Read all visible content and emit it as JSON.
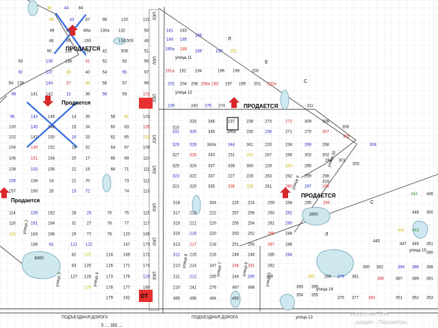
{
  "colors": {
    "blue": "#1f1fbf",
    "red": "#cc2222",
    "yellow": "#c8b400",
    "green": "#2f8f2f",
    "dark": "#222222",
    "water": "#cfe8f0",
    "sold_red": "#e83030",
    "cross": "#3d6fe0",
    "arrow": "#d8282c",
    "grid": "#dcdcdc"
  },
  "streets": [
    {
      "text": "улица 11"
    },
    {
      "text": "улица 12"
    },
    {
      "text": "улица 10"
    },
    {
      "text": "улица 9"
    },
    {
      "text": "улица 8"
    },
    {
      "text": "улица 7"
    },
    {
      "text": "улица 6"
    },
    {
      "text": "улица 5"
    },
    {
      "text": "улица 4"
    },
    {
      "text": "улица 3"
    },
    {
      "text": "улица 2"
    },
    {
      "text": "улица 15"
    },
    {
      "text": "улица 14"
    },
    {
      "text": "улица 13"
    },
    {
      "text": "ПОДЪЕЗДНАЯ ДОРОГА"
    },
    {
      "text": "ПОДЪЕЗДНАЯ ДОРОГА"
    },
    {
      "text": "ЛЭП"
    },
    {
      "text": "ЛЭП"
    },
    {
      "text": "ЛЭП"
    },
    {
      "text": "ЛЭП"
    },
    {
      "text": "ЛЭП"
    },
    {
      "text": "ЛЭП"
    },
    {
      "text": "ЛЭП"
    },
    {
      "text": "ЛЭП"
    }
  ],
  "sale_labels": [
    {
      "text": "ПРОДАЕТСЯ"
    },
    {
      "text": "Продается"
    },
    {
      "text": "ПРОДАЕТСЯ"
    },
    {
      "text": "Продается"
    },
    {
      "text": "ПРОДАЕТСЯ"
    }
  ],
  "letters": [
    "Л",
    "Е",
    "С",
    "С",
    "Л"
  ],
  "special_tags": [
    "ОТ"
  ],
  "water_labels": [
    "6400",
    "1600"
  ],
  "watermark": [
    "Искусство Гута",
    "раздел - Перьметры"
  ],
  "bottom_partial": "5 ....  355   ....",
  "plots": [
    {
      "t": "46",
      "c": "yellow"
    },
    {
      "t": "44",
      "c": "blue"
    },
    {
      "t": "84",
      "c": "dark"
    },
    {
      "t": "48",
      "c": "yellow"
    },
    {
      "t": "43",
      "c": "blue"
    },
    {
      "t": "87",
      "c": "dark"
    },
    {
      "t": "86",
      "c": "dark"
    },
    {
      "t": "130",
      "c": "dark"
    },
    {
      "t": "131",
      "c": "dark"
    },
    {
      "t": "49",
      "c": "dark"
    },
    {
      "t": "47",
      "c": "dark"
    },
    {
      "t": "86а",
      "c": "dark"
    },
    {
      "t": "130а",
      "c": "dark"
    },
    {
      "t": "132",
      "c": "dark"
    },
    {
      "t": "50",
      "c": "dark"
    },
    {
      "t": "48",
      "c": "dark"
    },
    {
      "t": "89",
      "c": "dark"
    },
    {
      "t": "160",
      "c": "dark"
    },
    {
      "t": "134",
      "c": "dark"
    },
    {
      "t": "50б",
      "c": "dark"
    },
    {
      "t": "48",
      "c": "dark"
    },
    {
      "t": "90",
      "c": "dark"
    },
    {
      "t": "133",
      "c": "dark"
    },
    {
      "t": "136",
      "c": "dark"
    },
    {
      "t": "42",
      "c": "dark"
    },
    {
      "t": "506",
      "c": "dark"
    },
    {
      "t": "51",
      "c": "dark"
    },
    {
      "t": "93",
      "c": "dark"
    },
    {
      "t": "135",
      "c": "blue"
    },
    {
      "t": "138",
      "c": "dark"
    },
    {
      "t": "41",
      "c": "red"
    },
    {
      "t": "52",
      "c": "dark"
    },
    {
      "t": "53",
      "c": "dark"
    },
    {
      "t": "95",
      "c": "dark"
    },
    {
      "t": "92",
      "c": "blue"
    },
    {
      "t": "137",
      "c": "blue"
    },
    {
      "t": "39",
      "c": "yellow"
    },
    {
      "t": "40",
      "c": "dark"
    },
    {
      "t": "54",
      "c": "dark"
    },
    {
      "t": "55",
      "c": "blue"
    },
    {
      "t": "97",
      "c": "dark"
    },
    {
      "t": "94",
      "c": "dark"
    },
    {
      "t": "139",
      "c": "dark"
    },
    {
      "t": "140",
      "c": "blue"
    },
    {
      "t": "37",
      "c": "red"
    },
    {
      "t": "38",
      "c": "yellow"
    },
    {
      "t": "56",
      "c": "dark"
    },
    {
      "t": "57",
      "c": "dark"
    },
    {
      "t": "99",
      "c": "dark"
    },
    {
      "t": "96",
      "c": "blue"
    },
    {
      "t": "141",
      "c": "dark"
    },
    {
      "t": "142",
      "c": "dark"
    },
    {
      "t": "13",
      "c": "blue"
    },
    {
      "t": "36",
      "c": "dark"
    },
    {
      "t": "56",
      "c": "blue"
    },
    {
      "t": "59",
      "c": "dark"
    },
    {
      "t": "101",
      "c": "red"
    },
    {
      "t": "98",
      "c": "blue"
    },
    {
      "t": "143",
      "c": "blue"
    },
    {
      "t": "146",
      "c": "dark"
    },
    {
      "t": "14",
      "c": "dark"
    },
    {
      "t": "35",
      "c": "dark"
    },
    {
      "t": "58",
      "c": "dark"
    },
    {
      "t": "61",
      "c": "yellow"
    },
    {
      "t": "103",
      "c": "dark"
    },
    {
      "t": "100",
      "c": "dark"
    },
    {
      "t": "145",
      "c": "blue"
    },
    {
      "t": "148",
      "c": "dark"
    },
    {
      "t": "15",
      "c": "dark"
    },
    {
      "t": "34",
      "c": "dark"
    },
    {
      "t": "60",
      "c": "dark"
    },
    {
      "t": "63",
      "c": "dark"
    },
    {
      "t": "105",
      "c": "red"
    },
    {
      "t": "102",
      "c": "dark"
    },
    {
      "t": "147",
      "c": "dark"
    },
    {
      "t": "150",
      "c": "dark"
    },
    {
      "t": "16",
      "c": "blue"
    },
    {
      "t": "33",
      "c": "dark"
    },
    {
      "t": "62",
      "c": "dark"
    },
    {
      "t": "65",
      "c": "dark"
    },
    {
      "t": "102",
      "c": "yellow"
    },
    {
      "t": "104",
      "c": "dark"
    },
    {
      "t": "149",
      "c": "red"
    },
    {
      "t": "152",
      "c": "dark"
    },
    {
      "t": "18",
      "c": "dark"
    },
    {
      "t": "32",
      "c": "dark"
    },
    {
      "t": "64",
      "c": "dark"
    },
    {
      "t": "67",
      "c": "dark"
    },
    {
      "t": "109",
      "c": "dark"
    },
    {
      "t": "106",
      "c": "dark"
    },
    {
      "t": "151",
      "c": "red"
    },
    {
      "t": "154",
      "c": "dark"
    },
    {
      "t": "20",
      "c": "dark"
    },
    {
      "t": "17",
      "c": "dark"
    },
    {
      "t": "66",
      "c": "dark"
    },
    {
      "t": "69",
      "c": "dark"
    },
    {
      "t": "110",
      "c": "dark"
    },
    {
      "t": "108",
      "c": "dark"
    },
    {
      "t": "153",
      "c": "blue"
    },
    {
      "t": "156",
      "c": "dark"
    },
    {
      "t": "22",
      "c": "dark"
    },
    {
      "t": "19",
      "c": "dark"
    },
    {
      "t": "68",
      "c": "dark"
    },
    {
      "t": "71",
      "c": "dark"
    },
    {
      "t": "111",
      "c": "dark"
    },
    {
      "t": "155",
      "c": "blue"
    },
    {
      "t": "158",
      "c": "dark"
    },
    {
      "t": "24",
      "c": "dark"
    },
    {
      "t": "21",
      "c": "dark"
    },
    {
      "t": "70",
      "c": "dark"
    },
    {
      "t": "73",
      "c": "dark"
    },
    {
      "t": "112",
      "c": "dark"
    },
    {
      "t": "157",
      "c": "dark"
    },
    {
      "t": "160",
      "c": "dark"
    },
    {
      "t": "26",
      "c": "dark"
    },
    {
      "t": "23",
      "c": "blue"
    },
    {
      "t": "72",
      "c": "blue"
    },
    {
      "t": "74",
      "c": "dark"
    },
    {
      "t": "113",
      "c": "dark"
    },
    {
      "t": "114",
      "c": "dark"
    },
    {
      "t": "159",
      "c": "blue"
    },
    {
      "t": "162",
      "c": "dark"
    },
    {
      "t": "28",
      "c": "dark"
    },
    {
      "t": "25",
      "c": "blue"
    },
    {
      "t": "76",
      "c": "dark"
    },
    {
      "t": "75",
      "c": "dark"
    },
    {
      "t": "115",
      "c": "dark"
    },
    {
      "t": "116",
      "c": "dark"
    },
    {
      "t": "161",
      "c": "blue"
    },
    {
      "t": "164",
      "c": "dark"
    },
    {
      "t": "31",
      "c": "dark"
    },
    {
      "t": "27",
      "c": "dark"
    },
    {
      "t": "78",
      "c": "dark"
    },
    {
      "t": "77",
      "c": "dark"
    },
    {
      "t": "117",
      "c": "dark"
    },
    {
      "t": "118",
      "c": "yellow"
    },
    {
      "t": "163",
      "c": "dark"
    },
    {
      "t": "166",
      "c": "dark"
    },
    {
      "t": "29",
      "c": "dark"
    },
    {
      "t": "77",
      "c": "dark"
    },
    {
      "t": "79",
      "c": "dark"
    },
    {
      "t": "120",
      "c": "dark"
    },
    {
      "t": "165",
      "c": "dark"
    },
    {
      "t": "168",
      "c": "dark"
    },
    {
      "t": "81",
      "c": "blue"
    },
    {
      "t": "121",
      "c": "blue"
    },
    {
      "t": "122",
      "c": "blue"
    },
    {
      "t": "167",
      "c": "dark"
    },
    {
      "t": "170",
      "c": "dark"
    },
    {
      "t": "82",
      "c": "dark"
    },
    {
      "t": "122",
      "c": "yellow"
    },
    {
      "t": "124",
      "c": "dark"
    },
    {
      "t": "169",
      "c": "dark"
    },
    {
      "t": "172",
      "c": "dark"
    },
    {
      "t": "83",
      "c": "dark"
    },
    {
      "t": "125",
      "c": "dark"
    },
    {
      "t": "126",
      "c": "dark"
    },
    {
      "t": "171",
      "c": "dark"
    },
    {
      "t": "174",
      "c": "dark"
    },
    {
      "t": "127",
      "c": "dark"
    },
    {
      "t": "128",
      "c": "dark"
    },
    {
      "t": "173",
      "c": "dark"
    },
    {
      "t": "176",
      "c": "dark"
    },
    {
      "t": "129",
      "c": "blue"
    },
    {
      "t": "175",
      "c": "yellow"
    },
    {
      "t": "178",
      "c": "dark"
    },
    {
      "t": "177",
      "c": "dark"
    },
    {
      "t": "180",
      "c": "dark"
    },
    {
      "t": "179",
      "c": "dark"
    },
    {
      "t": "182",
      "c": "dark"
    },
    {
      "t": "181",
      "c": "blue"
    },
    {
      "t": "183",
      "c": "dark"
    },
    {
      "t": "184",
      "c": "blue"
    },
    {
      "t": "185",
      "c": "blue"
    },
    {
      "t": "185а",
      "c": "blue"
    },
    {
      "t": "186",
      "c": "blue"
    },
    {
      "t": "188",
      "c": "red"
    },
    {
      "t": "189",
      "c": "blue"
    },
    {
      "t": "190",
      "c": "blue"
    },
    {
      "t": "191",
      "c": "yellow"
    },
    {
      "t": "191а",
      "c": "red"
    },
    {
      "t": "192",
      "c": "dark"
    },
    {
      "t": "194",
      "c": "dark"
    },
    {
      "t": "196",
      "c": "dark"
    },
    {
      "t": "198",
      "c": "dark"
    },
    {
      "t": "200",
      "c": "dark"
    },
    {
      "t": "202",
      "c": "blue"
    },
    {
      "t": "204",
      "c": "dark"
    },
    {
      "t": "206",
      "c": "dark"
    },
    {
      "t": "206а",
      "c": "red"
    },
    {
      "t": "193",
      "c": "red"
    },
    {
      "t": "197",
      "c": "dark"
    },
    {
      "t": "199",
      "c": "dark"
    },
    {
      "t": "201",
      "c": "dark"
    },
    {
      "t": "332а",
      "c": "red"
    },
    {
      "t": "239",
      "c": "blue"
    },
    {
      "t": "240",
      "c": "dark"
    },
    {
      "t": "275",
      "c": "blue"
    },
    {
      "t": "274",
      "c": "dark"
    },
    {
      "t": "311",
      "c": "dark"
    },
    {
      "t": "310",
      "c": "dark"
    },
    {
      "t": "333",
      "c": "dark"
    },
    {
      "t": "346",
      "c": "dark"
    },
    {
      "t": "237",
      "c": "dark"
    },
    {
      "t": "238",
      "c": "dark"
    },
    {
      "t": "273",
      "c": "dark"
    },
    {
      "t": "272",
      "c": "red"
    },
    {
      "t": "309",
      "c": "dark"
    },
    {
      "t": "308",
      "c": "dark"
    },
    {
      "t": "331",
      "c": "blue"
    },
    {
      "t": "330",
      "c": "blue"
    },
    {
      "t": "345",
      "c": "dark"
    },
    {
      "t": "346а",
      "c": "dark"
    },
    {
      "t": "235",
      "c": "dark"
    },
    {
      "t": "236",
      "c": "blue"
    },
    {
      "t": "271",
      "c": "dark"
    },
    {
      "t": "270",
      "c": "dark"
    },
    {
      "t": "307",
      "c": "red"
    },
    {
      "t": "306",
      "c": "dark"
    },
    {
      "t": "329",
      "c": "blue"
    },
    {
      "t": "328",
      "c": "blue"
    },
    {
      "t": "344а",
      "c": "dark"
    },
    {
      "t": "344",
      "c": "blue"
    },
    {
      "t": "341",
      "c": "dark"
    },
    {
      "t": "233",
      "c": "dark"
    },
    {
      "t": "234",
      "c": "dark"
    },
    {
      "t": "269",
      "c": "blue"
    },
    {
      "t": "268",
      "c": "dark"
    },
    {
      "t": "305",
      "c": "red"
    },
    {
      "t": "304",
      "c": "blue"
    },
    {
      "t": "327",
      "c": "dark"
    },
    {
      "t": "326",
      "c": "red"
    },
    {
      "t": "343",
      "c": "dark"
    },
    {
      "t": "231",
      "c": "dark"
    },
    {
      "t": "232",
      "c": "yellow"
    },
    {
      "t": "267",
      "c": "dark"
    },
    {
      "t": "266",
      "c": "dark"
    },
    {
      "t": "303",
      "c": "dark"
    },
    {
      "t": "302",
      "c": "dark"
    },
    {
      "t": "325",
      "c": "dark"
    },
    {
      "t": "324",
      "c": "dark"
    },
    {
      "t": "337",
      "c": "dark"
    },
    {
      "t": "338",
      "c": "dark"
    },
    {
      "t": "340",
      "c": "dark"
    },
    {
      "t": "229",
      "c": "dark"
    },
    {
      "t": "230",
      "c": "yellow"
    },
    {
      "t": "265",
      "c": "dark"
    },
    {
      "t": "264",
      "c": "dark"
    },
    {
      "t": "301",
      "c": "dark"
    },
    {
      "t": "300",
      "c": "dark"
    },
    {
      "t": "323",
      "c": "blue"
    },
    {
      "t": "322",
      "c": "dark"
    },
    {
      "t": "337",
      "c": "dark"
    },
    {
      "t": "227",
      "c": "dark"
    },
    {
      "t": "228",
      "c": "dark"
    },
    {
      "t": "263",
      "c": "dark"
    },
    {
      "t": "262",
      "c": "dark"
    },
    {
      "t": "299",
      "c": "dark"
    },
    {
      "t": "298",
      "c": "dark"
    },
    {
      "t": "321",
      "c": "dark"
    },
    {
      "t": "320",
      "c": "dark"
    },
    {
      "t": "335",
      "c": "dark"
    },
    {
      "t": "336",
      "c": "red"
    },
    {
      "t": "226",
      "c": "yellow"
    },
    {
      "t": "261",
      "c": "dark"
    },
    {
      "t": "280",
      "c": "red"
    },
    {
      "t": "297",
      "c": "blue"
    },
    {
      "t": "296",
      "c": "red"
    },
    {
      "t": "319",
      "c": "dark"
    },
    {
      "t": "318",
      "c": "dark"
    },
    {
      "t": "334",
      "c": "dark"
    },
    {
      "t": "225",
      "c": "dark"
    },
    {
      "t": "224",
      "c": "dark"
    },
    {
      "t": "259",
      "c": "dark"
    },
    {
      "t": "258",
      "c": "dark"
    },
    {
      "t": "295",
      "c": "dark"
    },
    {
      "t": "294",
      "c": "red"
    },
    {
      "t": "317",
      "c": "dark"
    },
    {
      "t": "223",
      "c": "dark"
    },
    {
      "t": "222",
      "c": "dark"
    },
    {
      "t": "257",
      "c": "dark"
    },
    {
      "t": "256",
      "c": "dark"
    },
    {
      "t": "293",
      "c": "dark"
    },
    {
      "t": "292",
      "c": "blue"
    },
    {
      "t": "315",
      "c": "dark"
    },
    {
      "t": "221",
      "c": "dark"
    },
    {
      "t": "220",
      "c": "dark"
    },
    {
      "t": "255",
      "c": "dark"
    },
    {
      "t": "254",
      "c": "dark"
    },
    {
      "t": "291",
      "c": "dark"
    },
    {
      "t": "290",
      "c": "blue"
    },
    {
      "t": "315",
      "c": "dark"
    },
    {
      "t": "219",
      "c": "blue"
    },
    {
      "t": "220",
      "c": "dark"
    },
    {
      "t": "253",
      "c": "dark"
    },
    {
      "t": "252",
      "c": "dark"
    },
    {
      "t": "289",
      "c": "red"
    },
    {
      "t": "288",
      "c": "dark"
    },
    {
      "t": "313",
      "c": "dark"
    },
    {
      "t": "217",
      "c": "red"
    },
    {
      "t": "218",
      "c": "dark"
    },
    {
      "t": "251",
      "c": "dark"
    },
    {
      "t": "250",
      "c": "dark"
    },
    {
      "t": "287",
      "c": "red"
    },
    {
      "t": "286",
      "c": "dark"
    },
    {
      "t": "312",
      "c": "blue"
    },
    {
      "t": "215",
      "c": "dark"
    },
    {
      "t": "216",
      "c": "dark"
    },
    {
      "t": "249",
      "c": "dark"
    },
    {
      "t": "248",
      "c": "dark"
    },
    {
      "t": "285",
      "c": "dark"
    },
    {
      "t": "284",
      "c": "blue"
    },
    {
      "t": "213",
      "c": "dark"
    },
    {
      "t": "214",
      "c": "dark"
    },
    {
      "t": "247",
      "c": "dark"
    },
    {
      "t": "246",
      "c": "red"
    },
    {
      "t": "281",
      "c": "red"
    },
    {
      "t": "282",
      "c": "dark"
    },
    {
      "t": "211",
      "c": "dark"
    },
    {
      "t": "212",
      "c": "blue"
    },
    {
      "t": "245",
      "c": "dark"
    },
    {
      "t": "244",
      "c": "dark"
    },
    {
      "t": "280",
      "c": "blue"
    },
    {
      "t": "209",
      "c": "dark"
    },
    {
      "t": "210",
      "c": "dark"
    },
    {
      "t": "241",
      "c": "dark"
    },
    {
      "t": "276",
      "c": "dark"
    },
    {
      "t": "497",
      "c": "dark"
    },
    {
      "t": "498",
      "c": "dark"
    },
    {
      "t": "495",
      "c": "dark"
    },
    {
      "t": "496",
      "c": "dark"
    },
    {
      "t": "494",
      "c": "dark"
    },
    {
      "t": "493",
      "c": "dark"
    },
    {
      "t": "444",
      "c": "green"
    },
    {
      "t": "446",
      "c": "dark"
    },
    {
      "t": "448",
      "c": "dark"
    },
    {
      "t": "450",
      "c": "dark"
    },
    {
      "t": "441",
      "c": "yellow"
    },
    {
      "t": "443",
      "c": "green"
    },
    {
      "t": "445",
      "c": "dark"
    },
    {
      "t": "447",
      "c": "dark"
    },
    {
      "t": "449",
      "c": "dark"
    },
    {
      "t": "451",
      "c": "dark"
    },
    {
      "t": "380",
      "c": "dark"
    },
    {
      "t": "382",
      "c": "dark"
    },
    {
      "t": "384",
      "c": "blue"
    },
    {
      "t": "386",
      "c": "blue"
    },
    {
      "t": "388",
      "c": "dark"
    },
    {
      "t": "390",
      "c": "dark"
    },
    {
      "t": "392",
      "c": "yellow"
    },
    {
      "t": "394",
      "c": "dark"
    },
    {
      "t": "379",
      "c": "blue"
    },
    {
      "t": "381",
      "c": "dark"
    },
    {
      "t": "385",
      "c": "red"
    },
    {
      "t": "387",
      "c": "dark"
    },
    {
      "t": "389",
      "c": "dark"
    },
    {
      "t": "391",
      "c": "dark"
    },
    {
      "t": "393",
      "c": "dark"
    },
    {
      "t": "395",
      "c": "dark"
    },
    {
      "t": "375",
      "c": "dark"
    },
    {
      "t": "377",
      "c": "dark"
    },
    {
      "t": "383",
      "c": "red"
    },
    {
      "t": "351",
      "c": "dark"
    },
    {
      "t": "352",
      "c": "dark"
    },
    {
      "t": "353",
      "c": "dark"
    },
    {
      "t": "354",
      "c": "dark"
    },
    {
      "t": "355",
      "c": "dark"
    }
  ]
}
